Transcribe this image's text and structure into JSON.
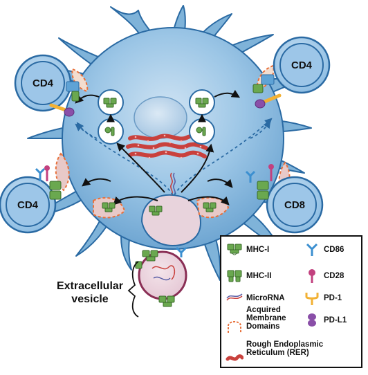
{
  "cells": {
    "cd4_top_left": "CD4",
    "cd4_top_right": "CD4",
    "cd4_bottom_left": "CD4",
    "cd8": "CD8"
  },
  "extracellular_vesicle_label": "Extracellular\nvesicle",
  "legend": {
    "items": [
      {
        "label": "MHC-I",
        "icon": "mhc-i-icon"
      },
      {
        "label": "CD86",
        "icon": "cd86-icon"
      },
      {
        "label": "MHC-II",
        "icon": "mhc-ii-icon"
      },
      {
        "label": "CD28",
        "icon": "cd28-icon"
      },
      {
        "label": "MicroRNA",
        "icon": "microrna-icon"
      },
      {
        "label": "PD-1",
        "icon": "pd1-icon"
      },
      {
        "label": "Acquired\nMembrane\nDomains",
        "icon": "membrane-domain-icon"
      },
      {
        "label": "PD-L1",
        "icon": "pdl1-icon"
      },
      {
        "label": "Rough Endoplasmic\nReticulum (RER)",
        "icon": "rer-icon"
      }
    ]
  },
  "colors": {
    "cell_blue": "#7fb3d9",
    "cell_outline": "#2a6aa3",
    "t_cell_fill": "#a9cdea",
    "mhc_green": "#4f7a35",
    "rer_red": "#d9534f",
    "cd28_pink": "#c2417f",
    "pd1_yellow": "#f2b134",
    "pdl1_purple": "#8a4fa8",
    "cd86_blue": "#3b8fd0"
  }
}
